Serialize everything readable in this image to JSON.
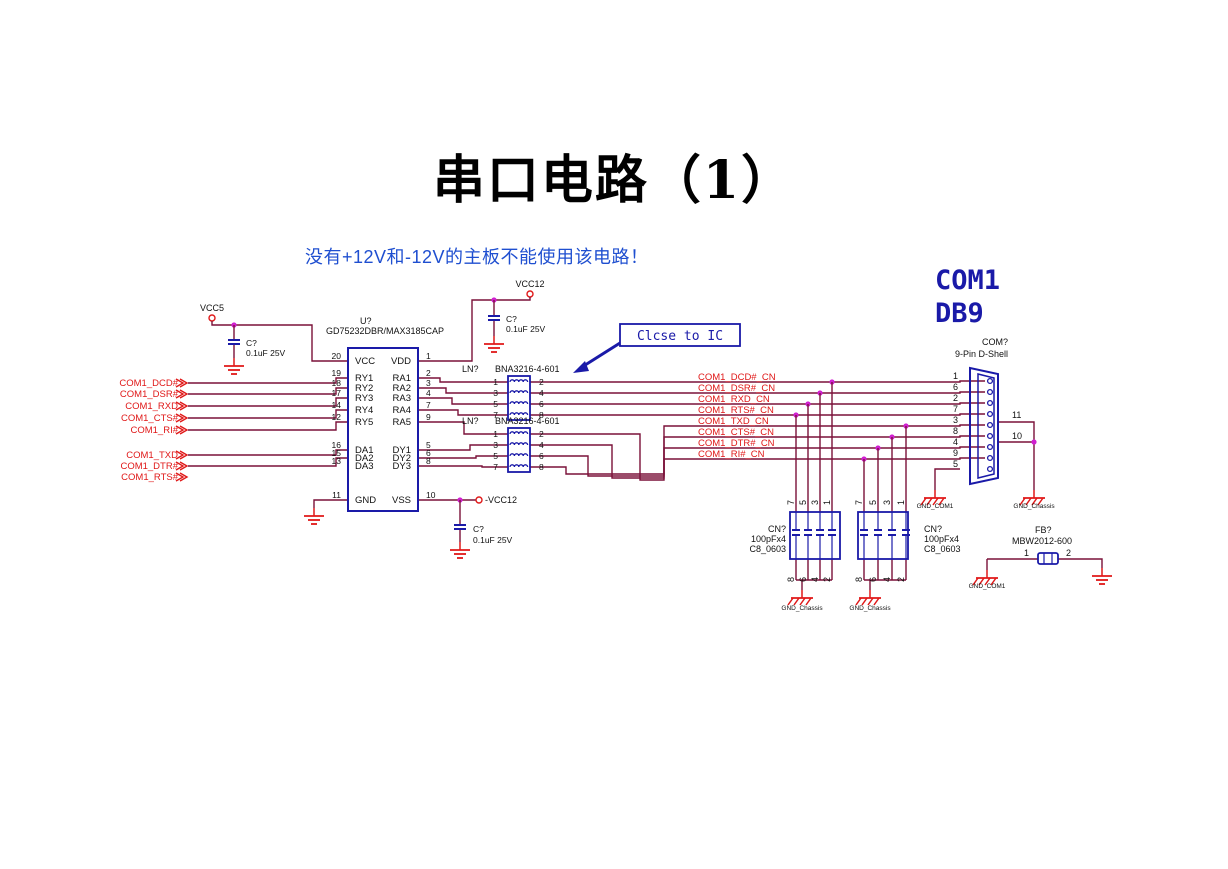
{
  "title": "串口电路（1）",
  "note": "没有+12V和-12V的主板不能使用该电路！",
  "com_title_line1": "COM1",
  "com_title_line2": "DB9",
  "callout": "Clcse to IC",
  "colors": {
    "wire": "#7a1038",
    "label_red": "#e01818",
    "note_blue": "#1f4fd0",
    "part_blue": "#1a1aa8",
    "junction": "#d020d0",
    "text": "#111111"
  },
  "power": {
    "vcc5": "VCC5",
    "vcc12": "VCC12",
    "neg_vcc12": "-VCC12"
  },
  "caps": {
    "ref": "C?",
    "value": "0.1uF 25V"
  },
  "ic": {
    "ref": "U?",
    "part": "GD75232DBR/MAX3185CAP",
    "left_pins": [
      {
        "num": "20",
        "name": "VCC"
      },
      {
        "num": "19",
        "name": "RY1"
      },
      {
        "num": "18",
        "name": "RY2"
      },
      {
        "num": "17",
        "name": "RY3"
      },
      {
        "num": "14",
        "name": "RY4"
      },
      {
        "num": "12",
        "name": "RY5"
      },
      {
        "num": "16",
        "name": "DA1"
      },
      {
        "num": "15",
        "name": "DA2"
      },
      {
        "num": "13",
        "name": "DA3"
      },
      {
        "num": "11",
        "name": "GND"
      }
    ],
    "right_pins": [
      {
        "num": "1",
        "name": "VDD"
      },
      {
        "num": "2",
        "name": "RA1"
      },
      {
        "num": "3",
        "name": "RA2"
      },
      {
        "num": "4",
        "name": "RA3"
      },
      {
        "num": "7",
        "name": "RA4"
      },
      {
        "num": "9",
        "name": "RA5"
      },
      {
        "num": "5",
        "name": "DY1"
      },
      {
        "num": "6",
        "name": "DY2"
      },
      {
        "num": "8",
        "name": "DY3"
      },
      {
        "num": "10",
        "name": "VSS"
      }
    ]
  },
  "in_ports": [
    "COM1_DCD#",
    "COM1_DSR#",
    "COM1_RXD",
    "COM1_CTS#",
    "COM1_RI#",
    "COM1_TXD",
    "COM1_DTR#",
    "COM1_RTS#"
  ],
  "ln": {
    "ref": "LN?",
    "part": "BNA3216-4-601",
    "pins_left": [
      "1",
      "3",
      "5",
      "7"
    ],
    "pins_right": [
      "2",
      "4",
      "6",
      "8"
    ]
  },
  "nets": [
    "COM1_DCD#_CN",
    "COM1_DSR#_CN",
    "COM1_RXD_CN",
    "COM1_RTS#_CN",
    "COM1_TXD_CN",
    "COM1_CTS#_CN",
    "COM1_DTR#_CN",
    "COM1_RI#_CN"
  ],
  "connector": {
    "ref": "COM?",
    "part": "9-Pin D-Shell",
    "pins": [
      "1",
      "6",
      "2",
      "7",
      "3",
      "8",
      "4",
      "9",
      "5"
    ],
    "shell_pins": [
      "11",
      "10"
    ]
  },
  "cn": {
    "ref": "CN?",
    "value": "100pFx4",
    "footprint": "C8_0603",
    "top_pins": [
      "7",
      "5",
      "3",
      "1"
    ],
    "bottom_pins": [
      "8",
      "6",
      "4",
      "2"
    ]
  },
  "fb": {
    "ref": "FB?",
    "part": "MBW2012-600",
    "pin1": "1",
    "pin2": "2"
  },
  "grounds": {
    "gnd_com1": "GND_COM1",
    "gnd_chassis": "GND_Chassis"
  }
}
